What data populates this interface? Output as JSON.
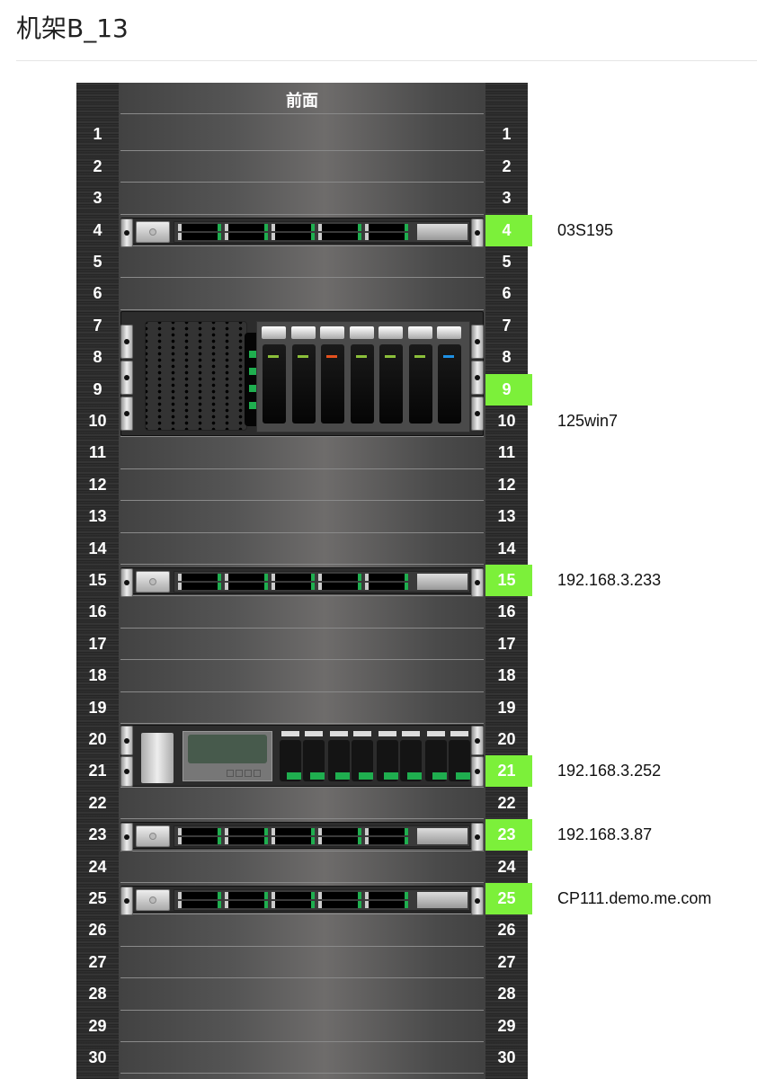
{
  "title": "机架B_13",
  "rack": {
    "face_label": "前面",
    "units": [
      "1",
      "2",
      "3",
      "4",
      "5",
      "6",
      "7",
      "8",
      "9",
      "10",
      "11",
      "12",
      "13",
      "14",
      "15",
      "16",
      "17",
      "18",
      "19",
      "20",
      "21",
      "22",
      "23",
      "24",
      "25",
      "26",
      "27",
      "28",
      "29",
      "30"
    ],
    "highlight_color": "#7cf03a",
    "devices": [
      {
        "type": "1u-server",
        "top_unit": 4,
        "height_units": 1,
        "highlight_unit": 4,
        "label": "03S195"
      },
      {
        "type": "4u-server",
        "top_unit": 7,
        "height_units": 4,
        "highlight_unit": 9,
        "label": "125win7",
        "label_unit": 10
      },
      {
        "type": "1u-server",
        "top_unit": 15,
        "height_units": 1,
        "highlight_unit": 15,
        "label": "192.168.3.233"
      },
      {
        "type": "2u-storage",
        "top_unit": 20,
        "height_units": 2,
        "highlight_unit": 21,
        "label": "192.168.3.252",
        "label_unit": 21
      },
      {
        "type": "1u-server",
        "top_unit": 23,
        "height_units": 1,
        "highlight_unit": 23,
        "label": "192.168.3.87"
      },
      {
        "type": "1u-server",
        "top_unit": 25,
        "height_units": 1,
        "highlight_unit": 25,
        "label": "CP111.demo.me.com"
      }
    ]
  }
}
